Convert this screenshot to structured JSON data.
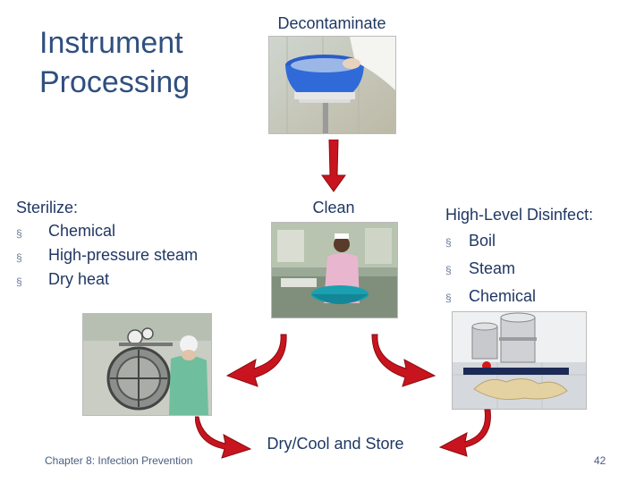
{
  "slide": {
    "title_line1": "Instrument",
    "title_line2": "Processing",
    "step_decontaminate": "Decontaminate",
    "step_clean": "Clean",
    "step_dry_store": "Dry/Cool and Store",
    "sterilize": {
      "heading": "Sterilize:",
      "items": [
        "Chemical",
        "High-pressure steam",
        "Dry heat"
      ]
    },
    "hld": {
      "heading": "High-Level Disinfect:",
      "items": [
        "Boil",
        "Steam",
        "Chemical"
      ]
    },
    "bullet_glyph": "§",
    "footer_left": "Chapter 8: Infection Prevention",
    "page_number": "42"
  },
  "colors": {
    "title": "#2f4f7f",
    "text": "#1f3864",
    "arrow": "#c8141e"
  },
  "icons": [
    "arrow-down-icon",
    "curved-arrow-icon"
  ]
}
